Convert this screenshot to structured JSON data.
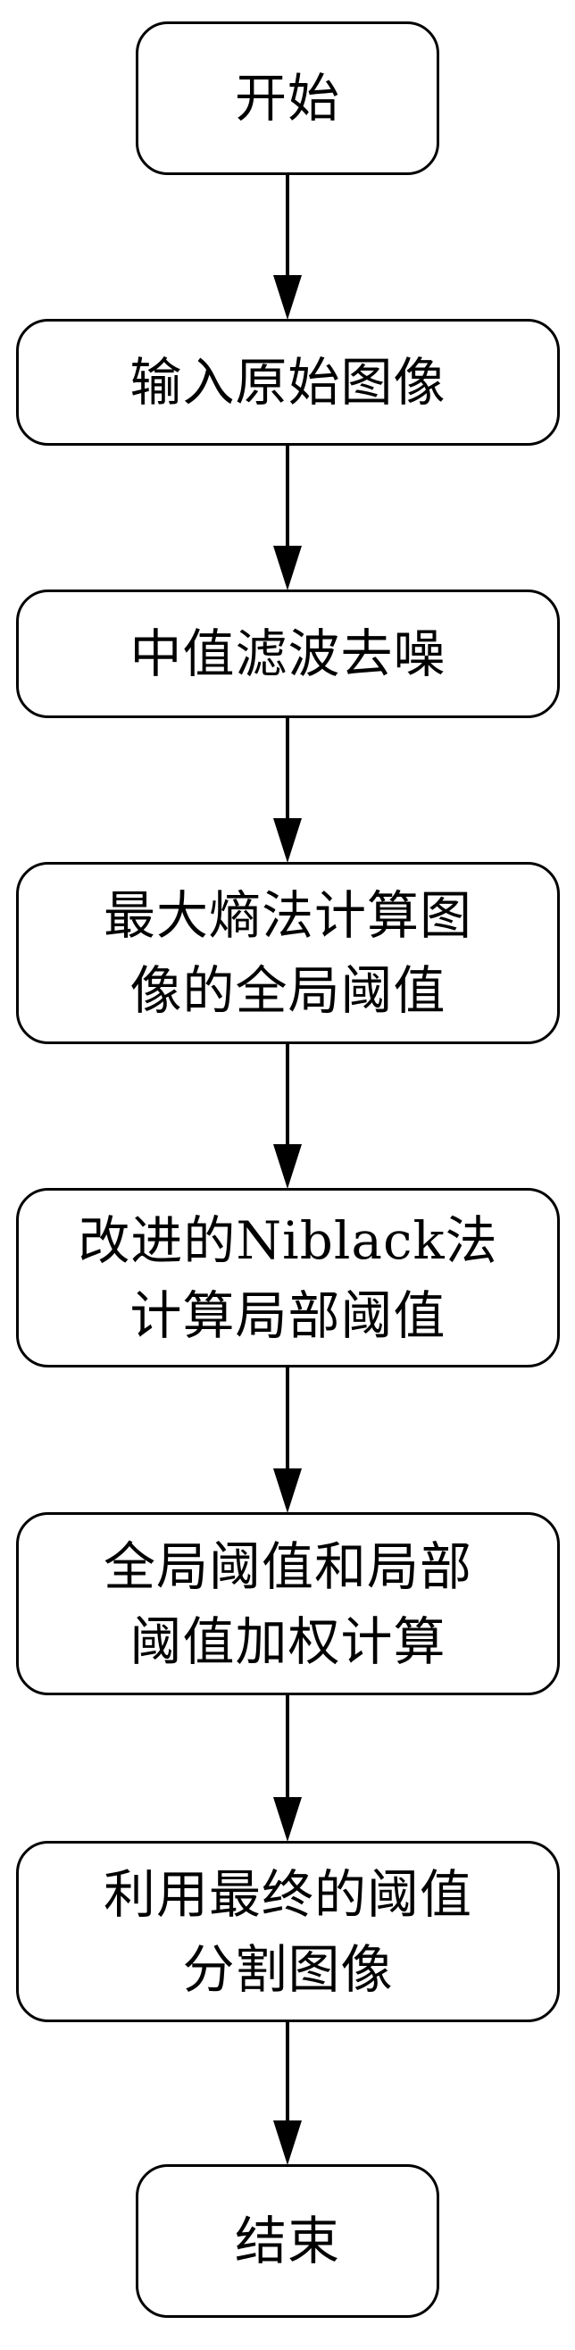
{
  "flowchart": {
    "steps": [
      "开始",
      "输入原始图像",
      "中值滤波去噪",
      "最大熵法计算图\n像的全局阈值",
      "改进的Niblack法\n计算局部阈值",
      "全局阈值和局部\n阈值加权计算",
      "利用最终的阈值\n分割图像",
      "结束"
    ]
  },
  "colors": {
    "stroke": "#000000",
    "fill": "#ffffff",
    "text": "#000000"
  }
}
